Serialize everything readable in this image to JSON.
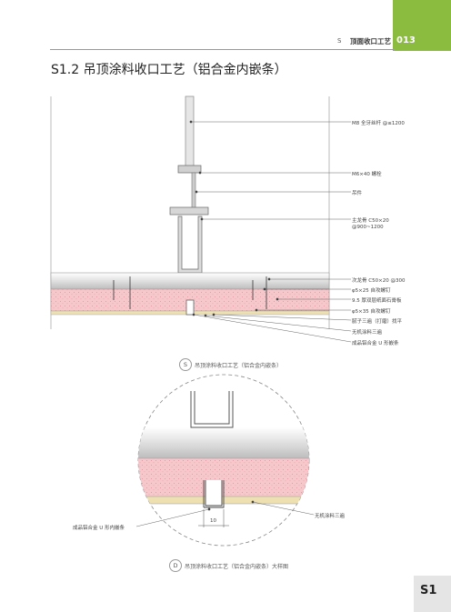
{
  "header": {
    "section_letter": "S",
    "title": "顶面收口工艺",
    "page_number": "013"
  },
  "section_title": "S1.2   吊顶涂料收口工艺（铝合金内嵌条）",
  "diagram1": {
    "labels": [
      "M8 全牙丝杆 @≤1200",
      "M6×40 螺栓",
      "吊件",
      "主龙骨 C50×20",
      "@900~1200",
      "次龙骨 C50×20 @300",
      "φ5×25 自攻螺钉",
      "9.5 厚双层纸面石膏板",
      "φ5×35 自攻螺钉",
      "腻子三遍（打磨）找平",
      "无机涂料三遍",
      "成品铝合金 U 形嵌条"
    ],
    "caption_marker": "S",
    "caption": "吊顶涂料收口工艺（铝合金内嵌条）"
  },
  "diagram2": {
    "label_right": "无机涂料三遍",
    "label_left": "成品铝合金 U 形内嵌条",
    "dimension": "10",
    "caption_marker": "D",
    "caption": "吊顶涂料收口工艺（铝合金内嵌条）大样图"
  },
  "footer": {
    "page_code": "S1"
  },
  "colors": {
    "accent": "#8cbc3f",
    "board_pink": "#f6c8cc",
    "putty": "#eee0b0"
  }
}
